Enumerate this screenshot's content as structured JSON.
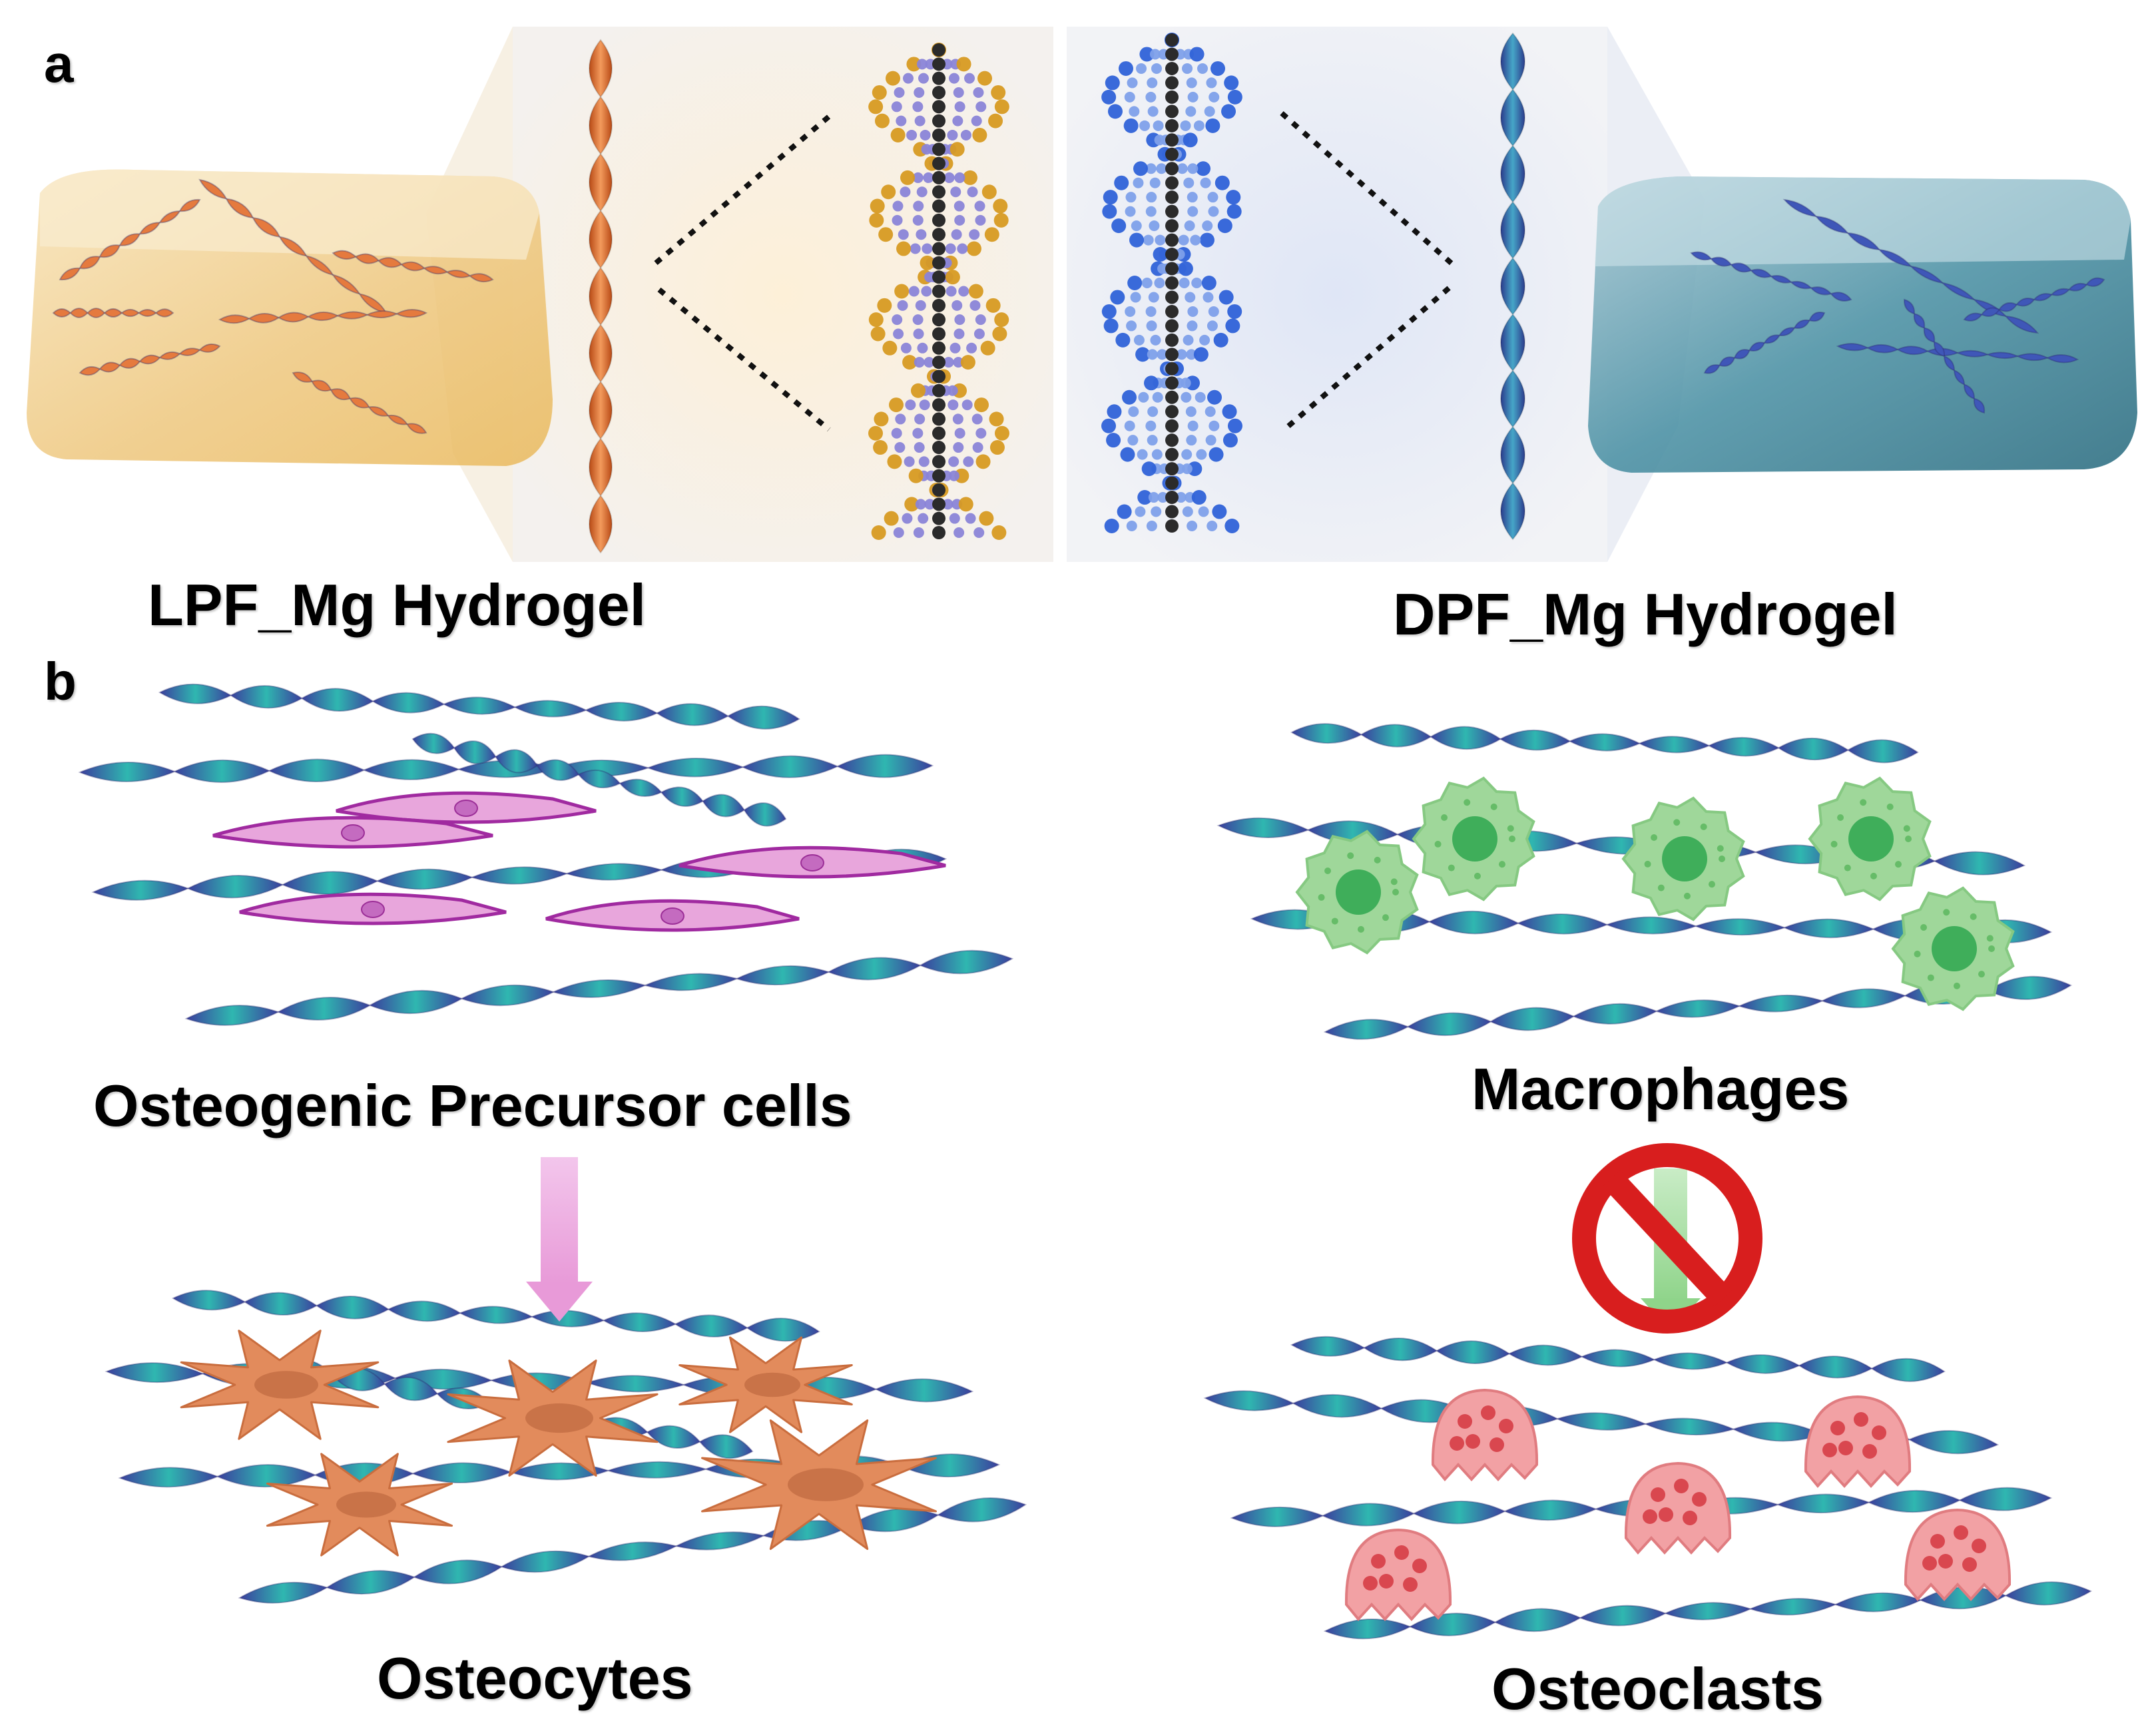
{
  "panel_a": {
    "letter": "a",
    "left_hydrogel": {
      "name": "LPF_Mg Hydrogel",
      "color": "#e07a3a"
    },
    "right_hydrogel": {
      "name": "DPF_Mg Hydrogel",
      "color": "#4a6fd0"
    }
  },
  "panel_b": {
    "letter": "b",
    "osteogenic": {
      "label": "Osteogenic Precursor cells"
    },
    "osteocytes": {
      "label": "Osteocytes"
    },
    "macrophages": {
      "label": "Macrophages"
    },
    "osteoclasts": {
      "label": "Osteoclasts"
    },
    "inhibition_icon": "prohibition-icon"
  },
  "colors": {
    "fiber_dark": "#3b3f9e",
    "fiber_light": "#2fb7b0",
    "osteogenic_cell": "#e8a6dc",
    "osteocyte": "#e28b5c",
    "macrophage": "#9fd79a",
    "osteoclast": "#f2a1a4",
    "prohibit": "#d81e1e"
  }
}
